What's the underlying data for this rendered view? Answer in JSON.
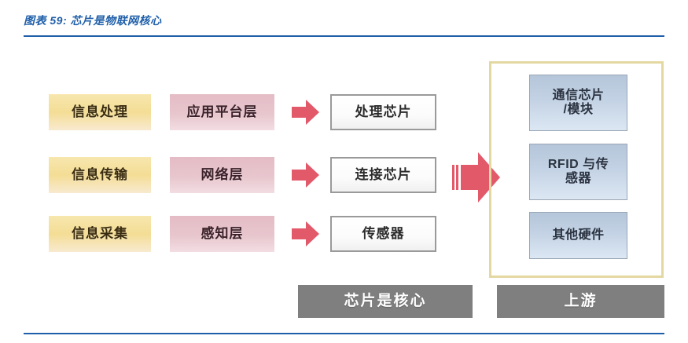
{
  "figure": {
    "title": "图表 59: 芯片是物联网核心",
    "accent_color": "#1f5fa9"
  },
  "colors": {
    "yellow_box": "#f4dd95",
    "pink_box": "#e4bcc6",
    "white_box": "#ffffff",
    "white_box_border": "#9a9a9a",
    "blue_box": "#c3d2e4",
    "gray_bar": "#807f80",
    "arrow": "#e2596a",
    "group_frame": "#e4d8a2",
    "title_blue": "#1f5fa9"
  },
  "diagram": {
    "column_info": {
      "label": "information-layers",
      "items": [
        {
          "text": "信息处理"
        },
        {
          "text": "信息传输"
        },
        {
          "text": "信息采集"
        }
      ]
    },
    "column_layers": {
      "label": "network-layers",
      "items": [
        {
          "text": "应用平台层"
        },
        {
          "text": "网络层"
        },
        {
          "text": "感知层"
        }
      ]
    },
    "column_chips": {
      "label": "chip-types",
      "items": [
        {
          "text": "处理芯片"
        },
        {
          "text": "连接芯片"
        },
        {
          "text": "传感器"
        }
      ]
    },
    "column_upstream": {
      "label": "upstream-hardware",
      "items": [
        {
          "text": "通信芯片/模块",
          "line1": "通信芯片",
          "line2": "/模块"
        },
        {
          "text": "RFID 与传感器",
          "line1": "RFID 与传",
          "line2": "感器"
        },
        {
          "text": "其他硬件",
          "line1": "其他硬件",
          "line2": ""
        }
      ]
    },
    "arrows": {
      "small": [
        {
          "name": "arrow-row-1"
        },
        {
          "name": "arrow-row-2"
        },
        {
          "name": "arrow-row-3"
        }
      ],
      "large": {
        "name": "arrow-to-upstream"
      }
    },
    "footer_bars": [
      {
        "text": "芯片是核心",
        "name": "chip-is-core-bar"
      },
      {
        "text": "上游",
        "name": "upstream-bar"
      }
    ]
  }
}
